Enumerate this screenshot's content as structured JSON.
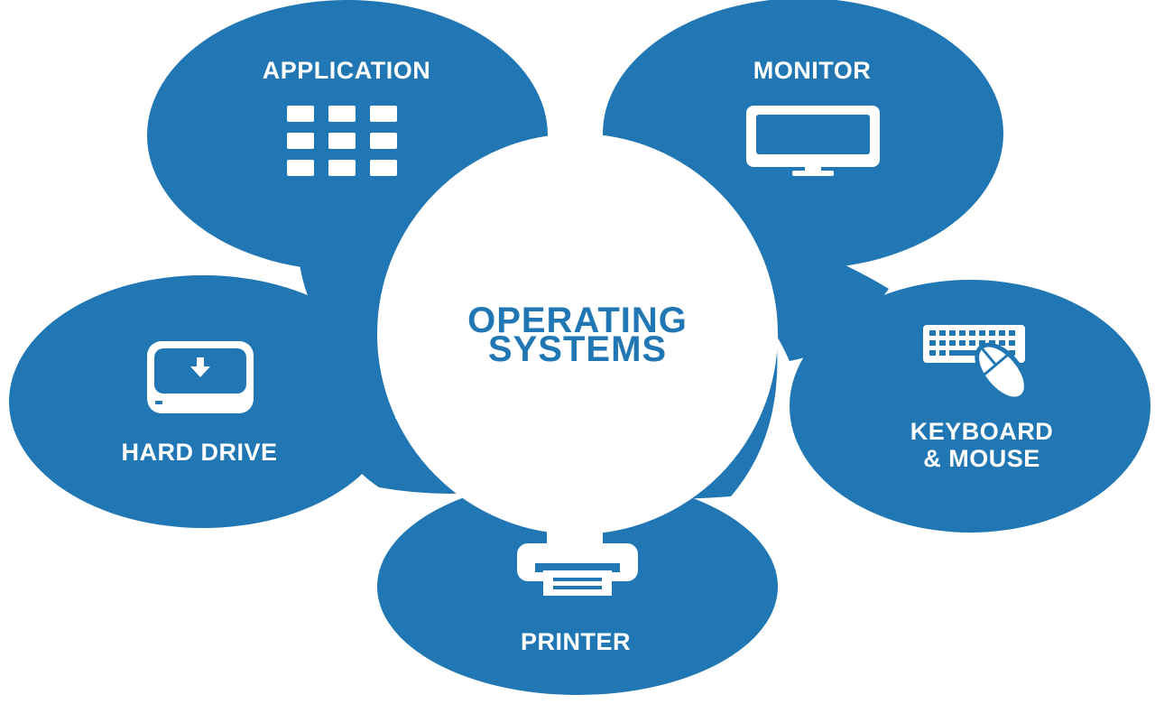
{
  "colors": {
    "petal": "#2077b3",
    "center_text": "#2077b3",
    "center_fill": "#ffffff",
    "icon": "#ffffff"
  },
  "center": {
    "line1": "OPERATING",
    "line2": "SYSTEMS"
  },
  "petals": {
    "application": {
      "label": "APPLICATION",
      "icon": "app-grid-icon"
    },
    "monitor": {
      "label": "MONITOR",
      "icon": "monitor-icon"
    },
    "keyboard_mouse": {
      "label_line1": "KEYBOARD",
      "label_line2": "& MOUSE",
      "icon": "keyboard-mouse-icon"
    },
    "printer": {
      "label": "PRINTER",
      "icon": "printer-icon"
    },
    "hard_drive": {
      "label": "HARD DRIVE",
      "icon": "hard-drive-icon"
    }
  }
}
